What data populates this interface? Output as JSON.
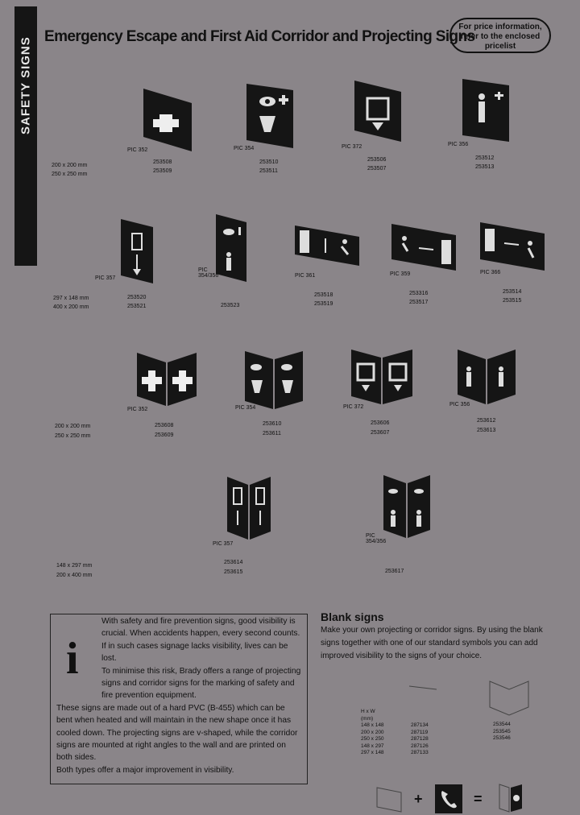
{
  "sidebar": {
    "label": "SAFETY SIGNS"
  },
  "header": {
    "title": "Emergency Escape and First Aid Corridor and Projecting Signs",
    "price_note": "For price information, refer to the enclosed pricelist"
  },
  "row1": {
    "sizes": [
      "200 x 200 mm",
      "250 x 250 mm"
    ],
    "items": [
      {
        "pic": "PIC 352",
        "codes": [
          "253508",
          "253509"
        ]
      },
      {
        "pic": "PIC 354",
        "codes": [
          "253510",
          "253511"
        ]
      },
      {
        "pic": "PIC 372",
        "codes": [
          "253506",
          "253507"
        ]
      },
      {
        "pic": "PIC 356",
        "codes": [
          "253512",
          "253513"
        ]
      }
    ]
  },
  "row2": {
    "sizes": [
      "297 x 148 mm",
      "400 x 200 mm"
    ],
    "items": [
      {
        "pic": "PIC 357",
        "codes": [
          "253520",
          "253521"
        ]
      },
      {
        "pic": "PIC 354/356",
        "codes": [
          "253523"
        ]
      },
      {
        "pic": "PIC 361",
        "codes": [
          "253518",
          "253519"
        ]
      },
      {
        "pic": "PIC 359",
        "codes": [
          "253316",
          "253517"
        ]
      },
      {
        "pic": "PIC 366",
        "codes": [
          "253514",
          "253515"
        ]
      }
    ]
  },
  "row3": {
    "sizes": [
      "200 x 200 mm",
      "250 x 250 mm"
    ],
    "items": [
      {
        "pic": "PIC 352",
        "codes": [
          "253608",
          "253609"
        ]
      },
      {
        "pic": "PIC 354",
        "codes": [
          "253610",
          "253611"
        ]
      },
      {
        "pic": "PIC 372",
        "codes": [
          "253606",
          "253607"
        ]
      },
      {
        "pic": "PIC 356",
        "codes": [
          "253612",
          "253613"
        ]
      }
    ]
  },
  "row4": {
    "sizes": [
      "148 x 297 mm",
      "200 x 400 mm"
    ],
    "items": [
      {
        "pic": "PIC 357",
        "codes": [
          "253614",
          "253615"
        ]
      },
      {
        "pic": "PIC 354/356",
        "codes": [
          "253617"
        ]
      }
    ]
  },
  "info": {
    "icon": "info-icon",
    "paragraphs": [
      "With safety and fire prevention signs, good visibility is crucial. When accidents happen, every second counts. If in such cases signage lacks visibility, lives can be lost.",
      "To minimise this risk, Brady offers a range of projecting signs and corridor signs for the marking of safety and fire prevention equipment.",
      "These signs are made out of a hard PVC (B-455) which can be bent when heated and will maintain in the new shape once it has cooled down. The projecting signs are v-shaped, while the corridor signs are mounted at right angles to the wall and are printed on both sides.",
      "Both types offer a major improvement in visibility."
    ]
  },
  "blank": {
    "title": "Blank signs",
    "description": "Make your own projecting or corridor signs. By using the blank signs together with one of our standard symbols you can add improved visibility to the signs of your choice.",
    "table_header": [
      "H x W",
      "(mm)"
    ],
    "sizes": [
      "148 x 148",
      "200 x 200",
      "250 x 250",
      "148 x 297",
      "297 x 148"
    ],
    "corridor_codes": [
      "287134",
      "287119",
      "287128",
      "287126",
      "287133"
    ],
    "projecting_codes": [
      "253544",
      "253545",
      "253546"
    ]
  },
  "equation": {
    "plus": "+",
    "equals": "="
  },
  "colors": {
    "background": "#8a8589",
    "ink": "#151515",
    "sign_fg": "#e8e8e8"
  }
}
